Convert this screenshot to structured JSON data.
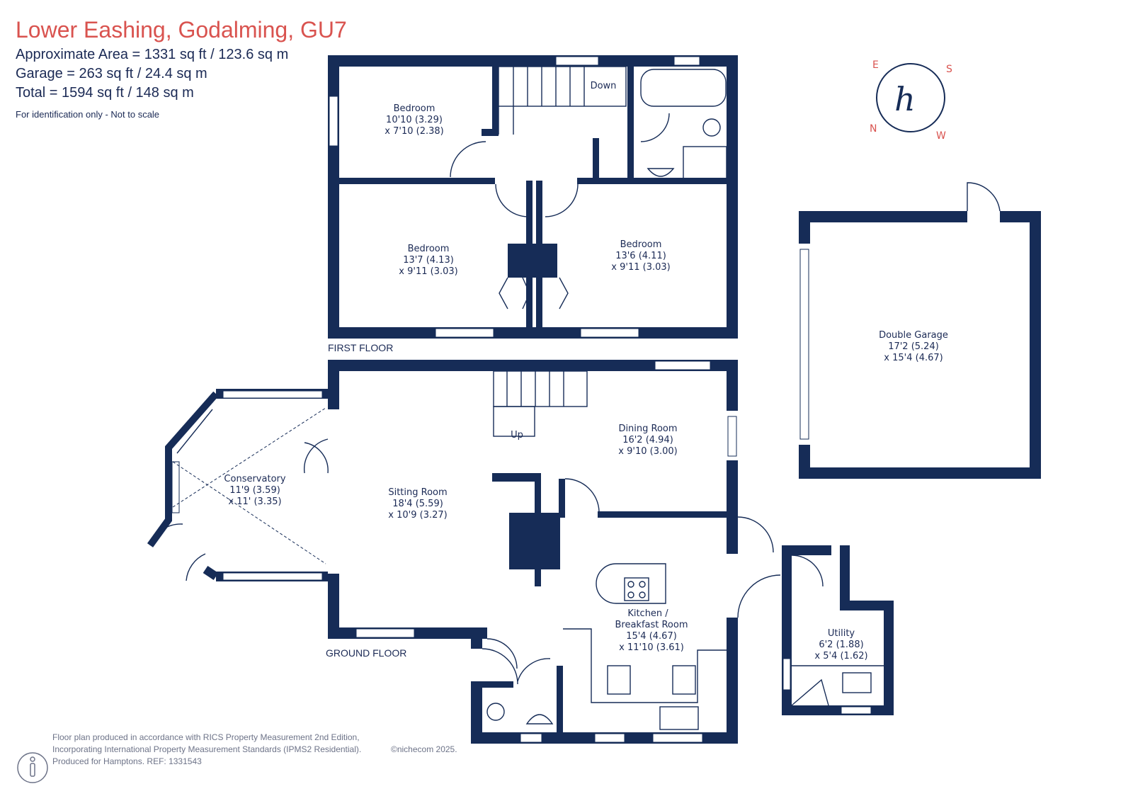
{
  "header": {
    "title": "Lower Eashing, Godalming, GU7",
    "approx_area": "Approximate Area = 1331 sq ft / 123.6 sq m",
    "garage_area": "Garage = 263 sq ft / 24.4 sq m",
    "total_area": "Total = 1594 sq ft / 148 sq m",
    "note": "For identification only - Not to scale"
  },
  "compass": {
    "n": "N",
    "s": "S",
    "e": "E",
    "w": "W",
    "logo_letter": "h"
  },
  "first_floor": {
    "label": "FIRST FLOOR",
    "stairs_label": "Down",
    "rooms": [
      {
        "name": "Bedroom",
        "dim1": "10'10 (3.29)",
        "dim2": "x 7'10 (2.38)"
      },
      {
        "name": "Bedroom",
        "dim1": "13'7 (4.13)",
        "dim2": "x 9'11 (3.03)"
      },
      {
        "name": "Bedroom",
        "dim1": "13'6 (4.11)",
        "dim2": "x 9'11 (3.03)"
      }
    ]
  },
  "garage": {
    "name": "Double Garage",
    "dim1": "17'2 (5.24)",
    "dim2": "x 15'4 (4.67)"
  },
  "ground_floor": {
    "label": "GROUND FLOOR",
    "stairs_label": "Up",
    "rooms": [
      {
        "name": "Conservatory",
        "dim1": "11'9 (3.59)",
        "dim2": "x 11' (3.35)"
      },
      {
        "name": "Sitting Room",
        "dim1": "18'4 (5.59)",
        "dim2": "x 10'9 (3.27)"
      },
      {
        "name": "Dining Room",
        "dim1": "16'2 (4.94)",
        "dim2": "x 9'10 (3.00)"
      },
      {
        "name": "Kitchen /",
        "name2": "Breakfast Room",
        "dim1": "15'4 (4.67)",
        "dim2": "x 11'10 (3.61)"
      },
      {
        "name": "Utility",
        "dim1": "6'2 (1.88)",
        "dim2": "x 5'4 (1.62)"
      }
    ]
  },
  "footer": {
    "line1": "Floor plan produced in accordance with RICS Property Measurement 2nd Edition,",
    "line2": "Incorporating International Property Measurement Standards (IPMS2 Residential).",
    "line3": "Produced for Hamptons.   REF:  1331543",
    "copyright": "©nichecom 2025."
  },
  "colors": {
    "wall": "#162c57",
    "title": "#d9534f",
    "text": "#1b2a55"
  }
}
